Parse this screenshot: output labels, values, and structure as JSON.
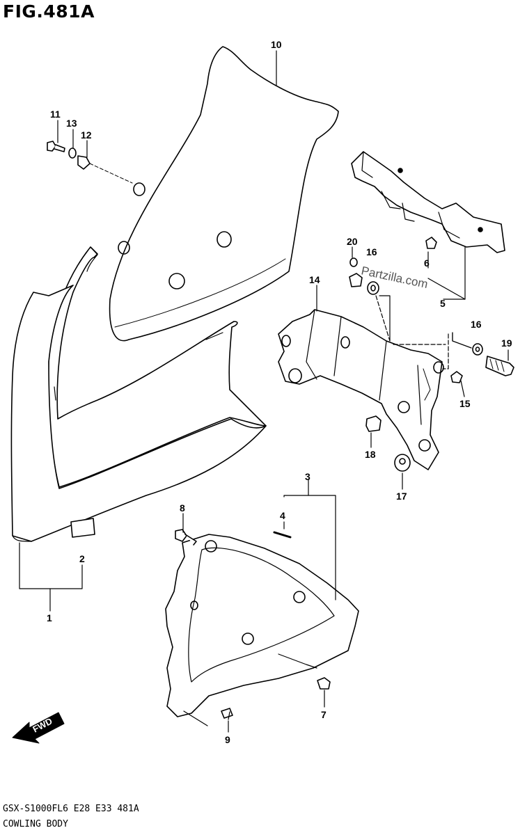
{
  "figure": {
    "title": "FIG.481A"
  },
  "watermark": "Partzilla.com",
  "footer": {
    "model_line": "GSX-S1000FL6  E28  E33  481A",
    "section": "COWLING BODY"
  },
  "fwd_label": "FWD",
  "callouts": [
    {
      "id": "1",
      "label": "1"
    },
    {
      "id": "2",
      "label": "2"
    },
    {
      "id": "3",
      "label": "3"
    },
    {
      "id": "4",
      "label": "4"
    },
    {
      "id": "5",
      "label": "5"
    },
    {
      "id": "6",
      "label": "6"
    },
    {
      "id": "7",
      "label": "7"
    },
    {
      "id": "8",
      "label": "8"
    },
    {
      "id": "9",
      "label": "9"
    },
    {
      "id": "10",
      "label": "10"
    },
    {
      "id": "11",
      "label": "11"
    },
    {
      "id": "12",
      "label": "12"
    },
    {
      "id": "13",
      "label": "13"
    },
    {
      "id": "14",
      "label": "14"
    },
    {
      "id": "15",
      "label": "15"
    },
    {
      "id": "16a",
      "label": "16"
    },
    {
      "id": "16b",
      "label": "16"
    },
    {
      "id": "17",
      "label": "17"
    },
    {
      "id": "18",
      "label": "18"
    },
    {
      "id": "19",
      "label": "19"
    },
    {
      "id": "20",
      "label": "20"
    }
  ]
}
